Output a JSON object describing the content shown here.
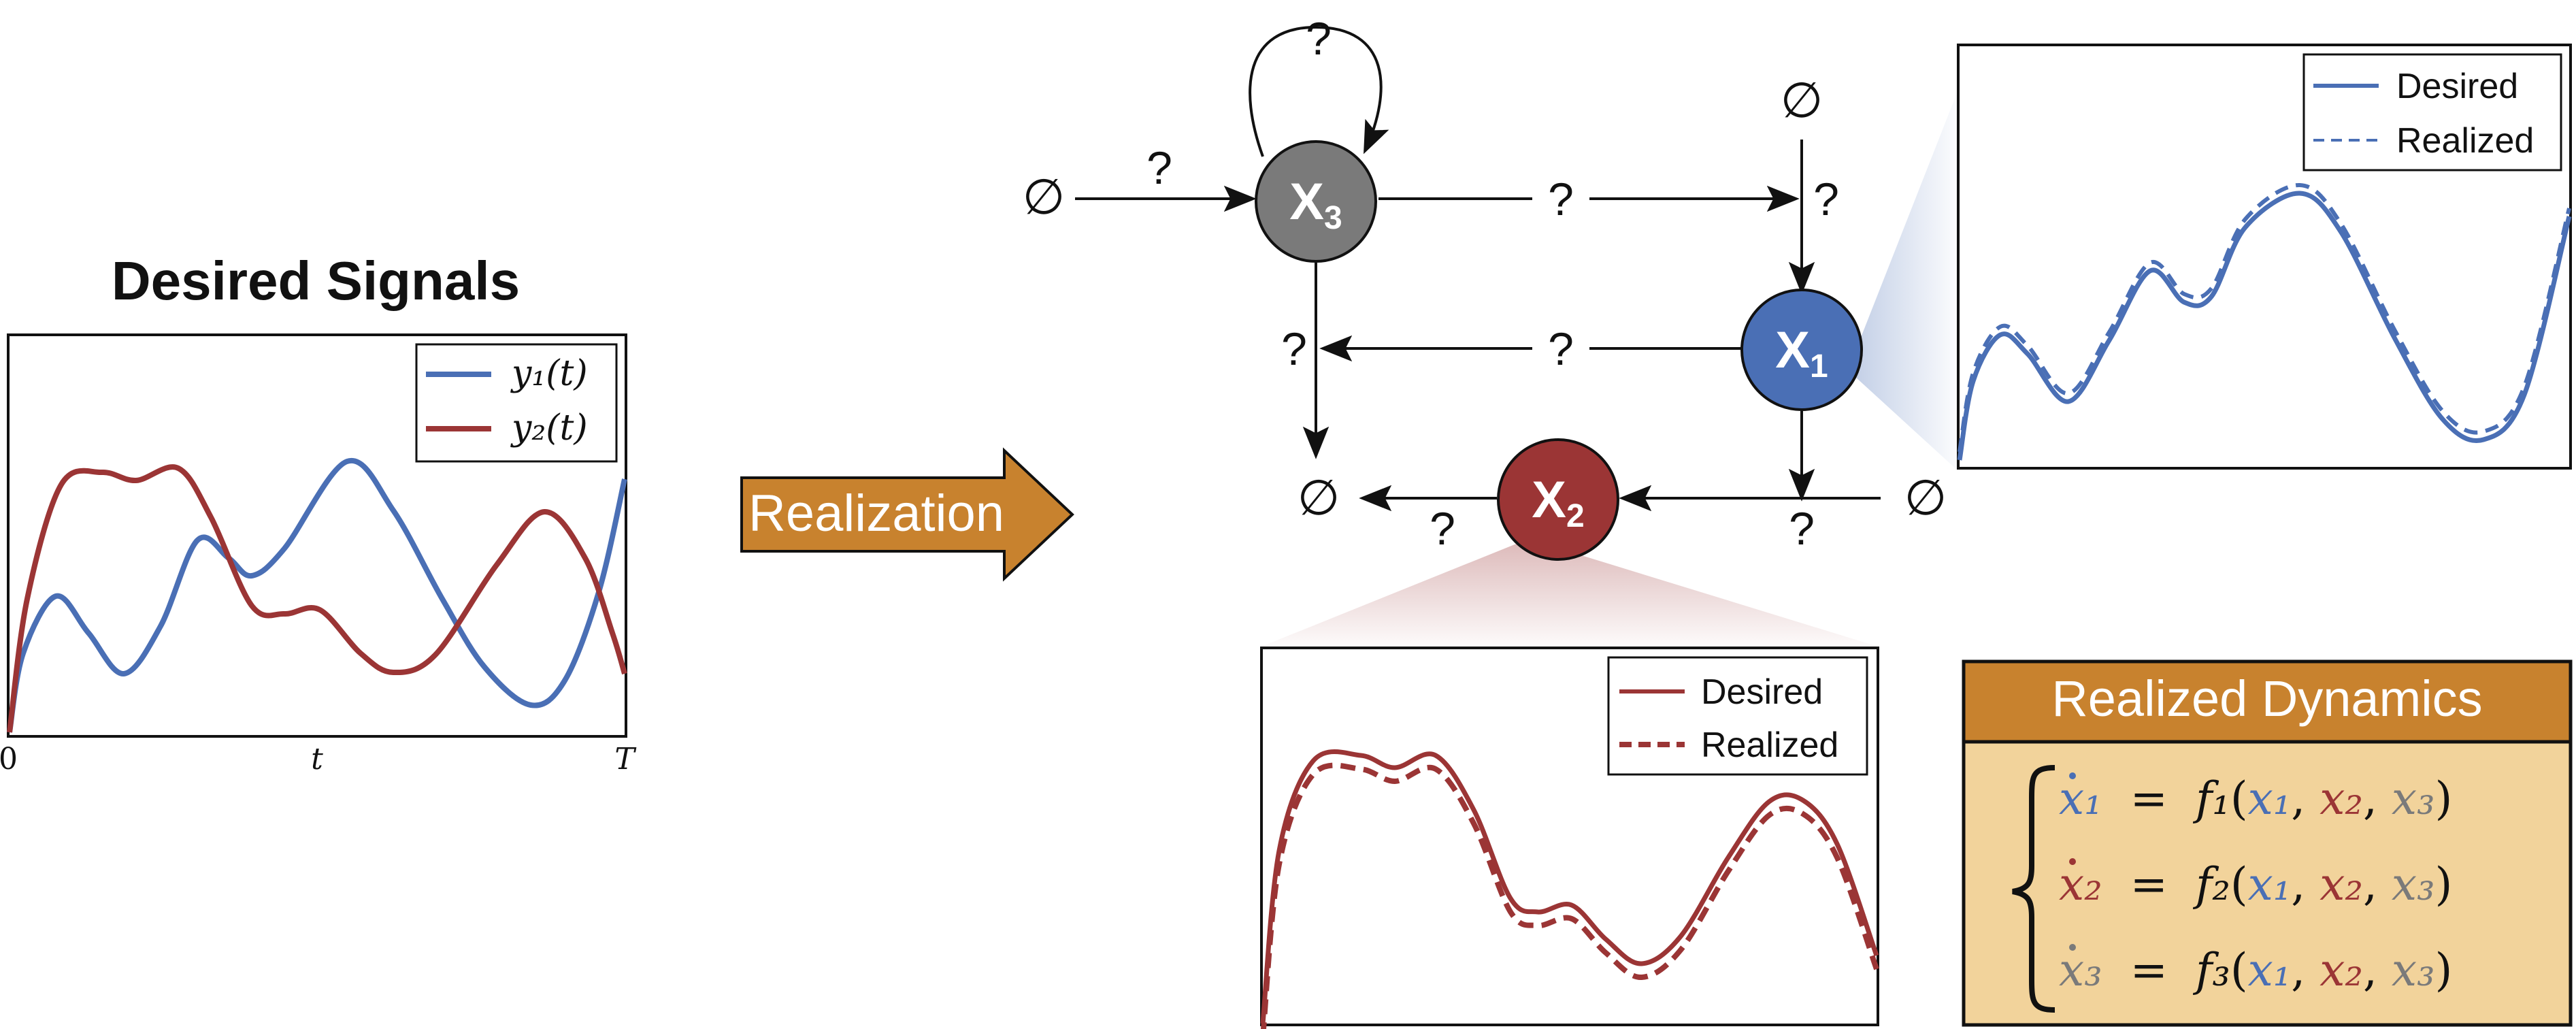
{
  "left_plot": {
    "title": "Desired Signals",
    "legend": [
      {
        "label": "y₁(t)",
        "color": "#4a6fb5"
      },
      {
        "label": "y₂(t)",
        "color": "#9b3535"
      }
    ],
    "x_ticks": [
      "0",
      "t",
      "T"
    ]
  },
  "arrow_label": "Realization",
  "network": {
    "nodes": [
      {
        "id": "x3",
        "base": "X",
        "sub": "3",
        "color": "#7a7a7a"
      },
      {
        "id": "x1",
        "base": "X",
        "sub": "1",
        "color": "#4a6fb5"
      },
      {
        "id": "x2",
        "base": "X",
        "sub": "2",
        "color": "#9b3535"
      }
    ],
    "empty_set": "∅",
    "unknown": "?"
  },
  "x1_plot": {
    "legend": [
      {
        "label": "Desired",
        "style": "solid"
      },
      {
        "label": "Realized",
        "style": "dashed"
      }
    ],
    "color": "#4a6fb5"
  },
  "x2_plot": {
    "legend": [
      {
        "label": "Desired",
        "style": "solid"
      },
      {
        "label": "Realized",
        "style": "dashed"
      }
    ],
    "color": "#9b3535"
  },
  "dynamics": {
    "title": "Realized Dynamics",
    "equations": [
      {
        "lhs": "x₁",
        "f": "f₁",
        "lhs_color": "#4a6fb5"
      },
      {
        "lhs": "x₂",
        "f": "f₂",
        "lhs_color": "#9b3535"
      },
      {
        "lhs": "x₃",
        "f": "f₃",
        "lhs_color": "#7a7a7a"
      }
    ],
    "args": [
      {
        "text": "x₁",
        "color": "#4a6fb5"
      },
      {
        "text": "x₂",
        "color": "#9b3535"
      },
      {
        "text": "x₃",
        "color": "#7a7a7a"
      }
    ],
    "header_color": "#c8822e",
    "body_color": "#f2d39b"
  }
}
